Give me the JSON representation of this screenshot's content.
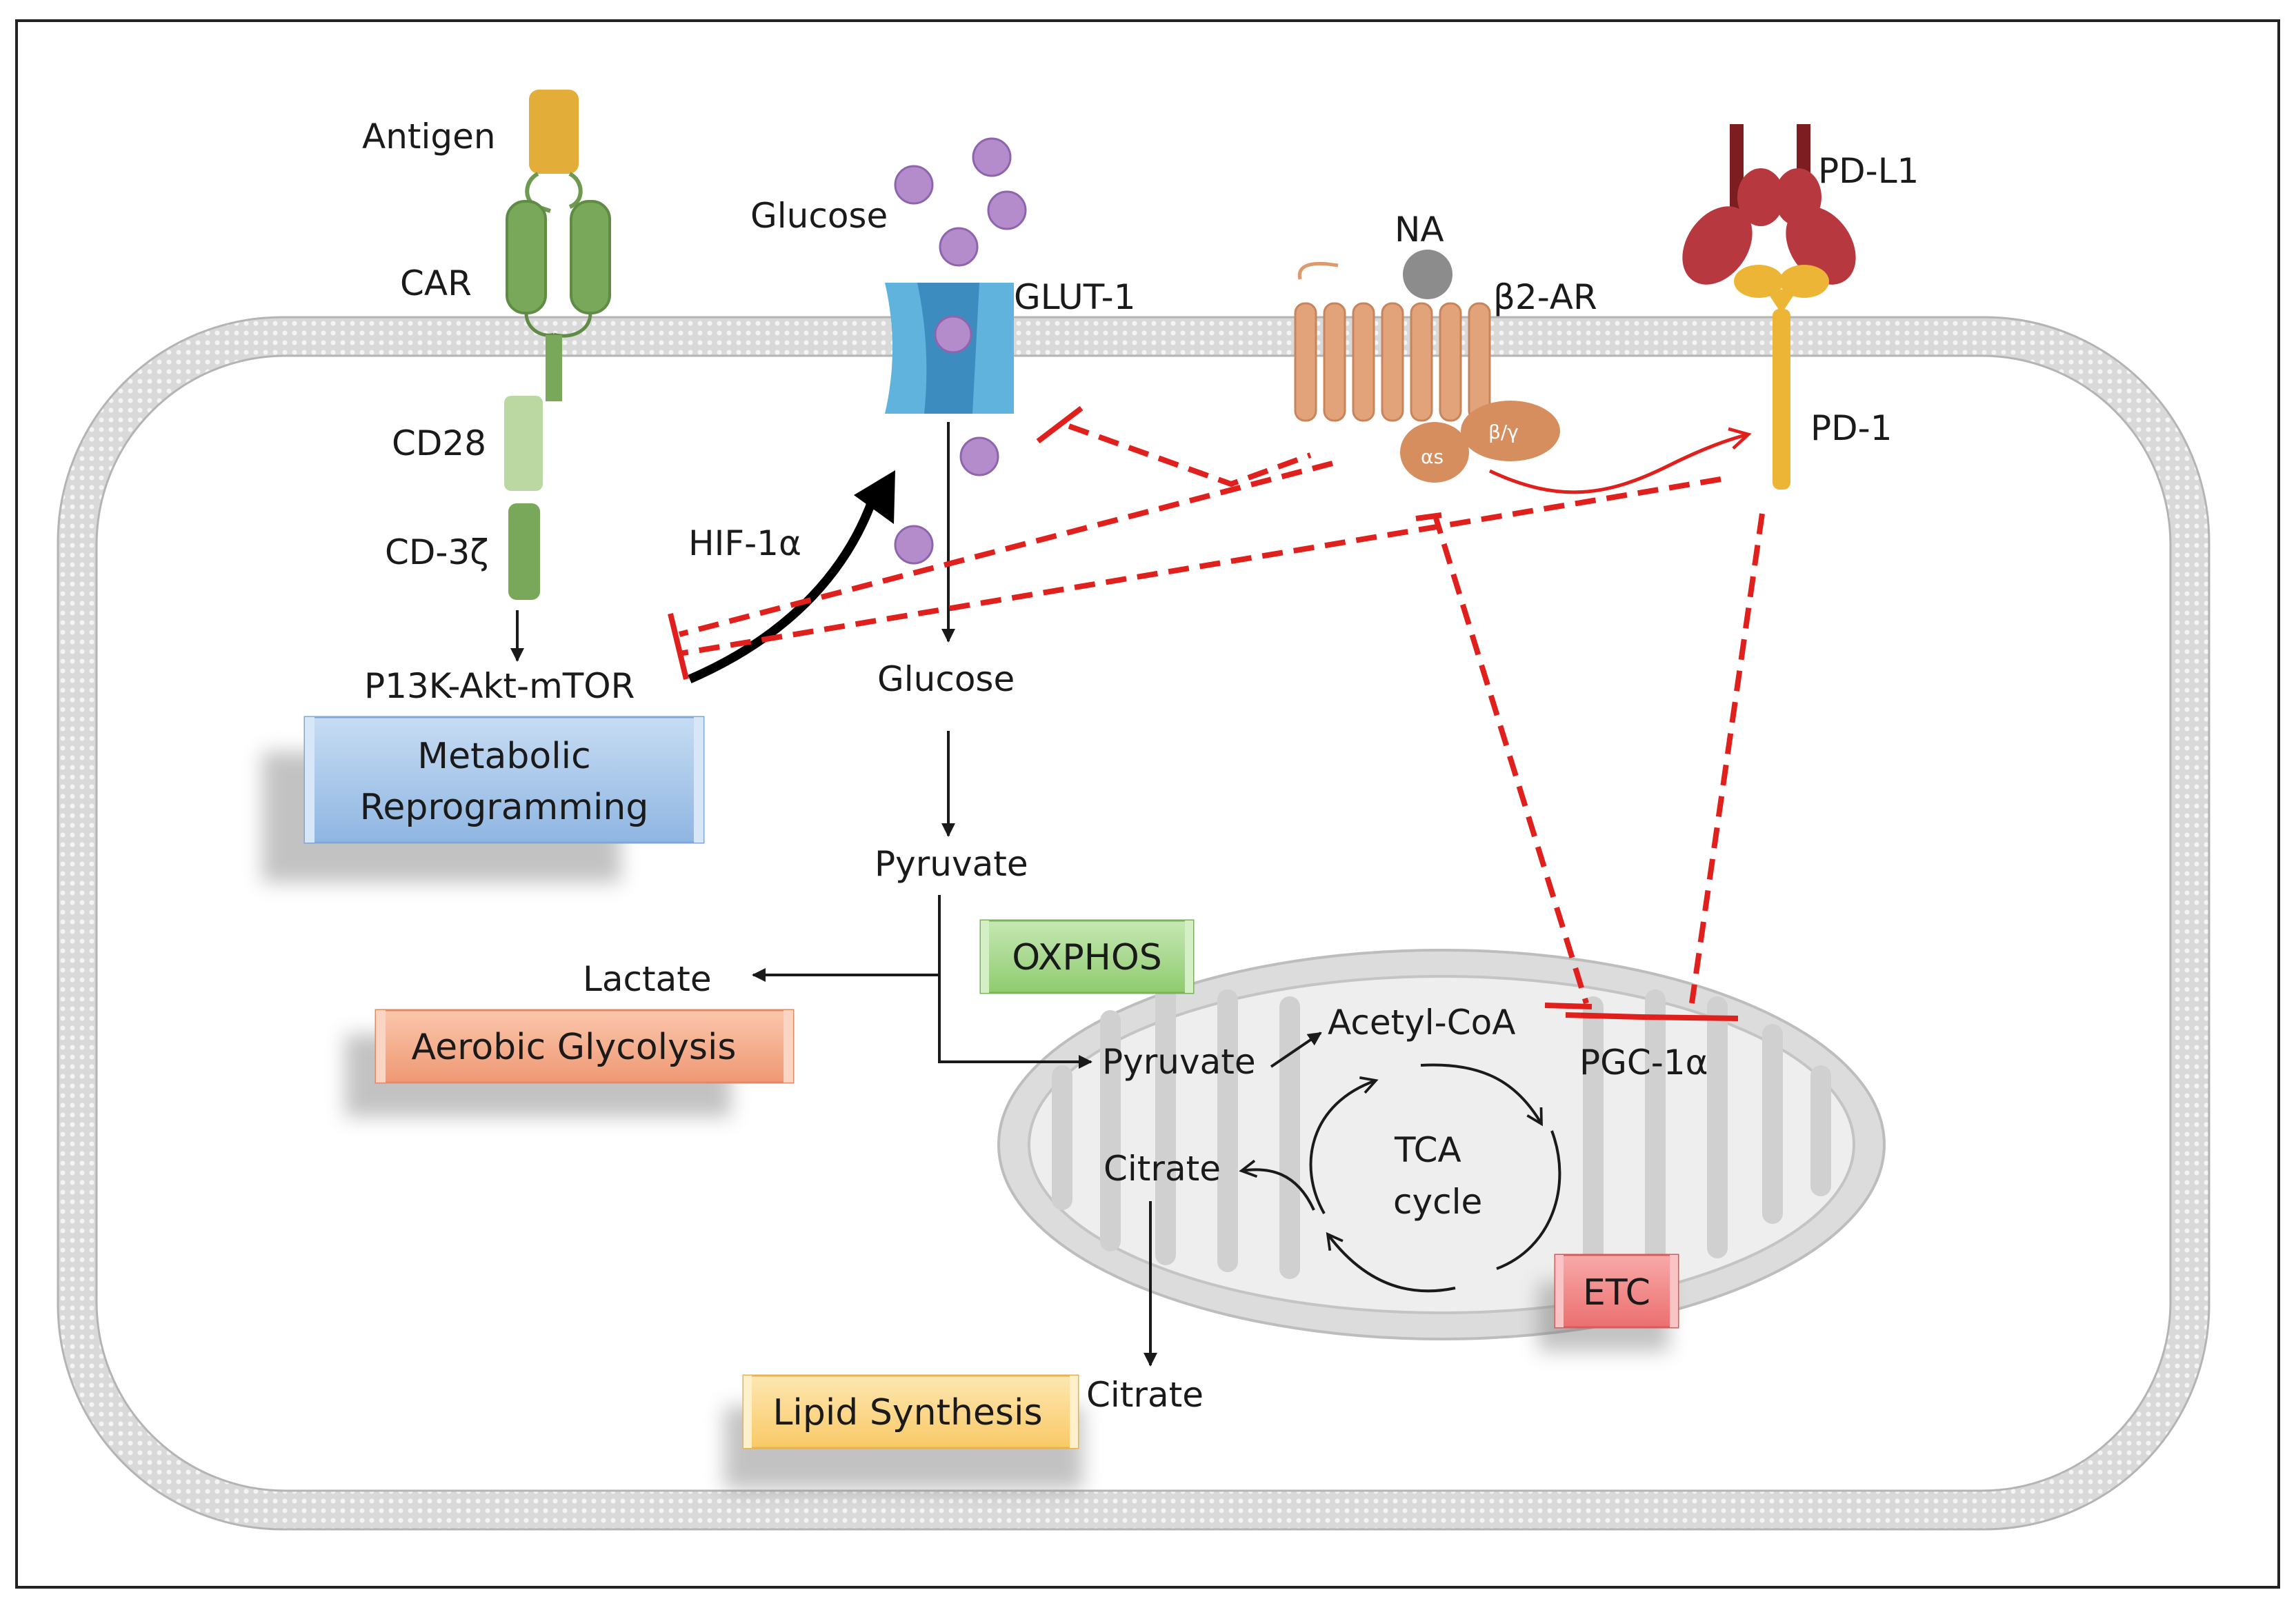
{
  "receptors": {
    "antigen": "Antigen",
    "car": "CAR",
    "cd28": "CD28",
    "cd3z": "CD-3ζ",
    "glucose_outside": "Glucose",
    "glut1": "GLUT-1",
    "na": "NA",
    "b2ar": "β2-AR",
    "alpha_s": "αs",
    "beta_gamma": "β/γ",
    "pdl1": "PD-L1",
    "pd1": "PD-1"
  },
  "pathway": {
    "hif1a": "HIF-1α",
    "pi3k": "P13K-Akt-mTOR",
    "glucose_inside": "Glucose",
    "pyruvate_cyto": "Pyruvate",
    "lactate": "Lactate",
    "pyruvate_mito": "Pyruvate",
    "acetyl_coa": "Acetyl-CoA",
    "pgc1a": "PGC-1α",
    "citrate_mito": "Citrate",
    "tca_line1": "TCA",
    "tca_line2": "cycle",
    "citrate_cyto": "Citrate"
  },
  "boxes": {
    "metabolic_line1": "Metabolic",
    "metabolic_line2": "Reprogramming",
    "aerobic": "Aerobic Glycolysis",
    "oxphos": "OXPHOS",
    "etc": "ETC",
    "lipid": "Lipid Synthesis"
  },
  "colors": {
    "inhibition": "#e0201c",
    "car_green": "#7aa85a",
    "glut_blue": "#5fb3dc",
    "receptor_orange": "#dc9a6e",
    "pd1_yellow": "#ecb535",
    "pdl1_red": "#b8383f",
    "glucose_purple": "#b48ccc",
    "box_blue": "#a9c8ea",
    "box_salmon": "#f5ab8a",
    "box_green": "#a5d58a",
    "box_red": "#f28686",
    "box_yellow": "#fcd98a"
  }
}
